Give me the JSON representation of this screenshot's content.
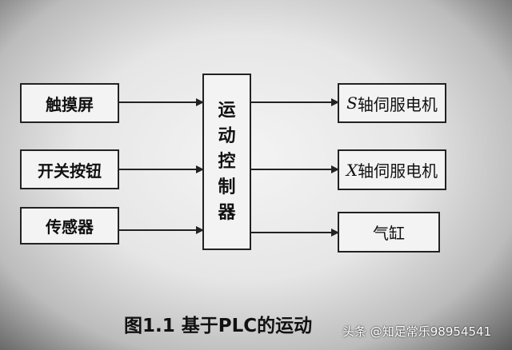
{
  "inputs": [
    "触摸屏",
    "开关按钮",
    "传感器"
  ],
  "controller": [
    "运",
    "动",
    "控",
    "制",
    "器"
  ],
  "outputs": [
    {
      "prefix": "S",
      "label": "轴伺服电机"
    },
    {
      "prefix": "X",
      "label": "轴伺服电机"
    },
    {
      "prefix": "",
      "label": "气缸"
    }
  ],
  "caption": "图1.1 基于PLC的运动",
  "watermark": "头条 @知足常乐98954541"
}
